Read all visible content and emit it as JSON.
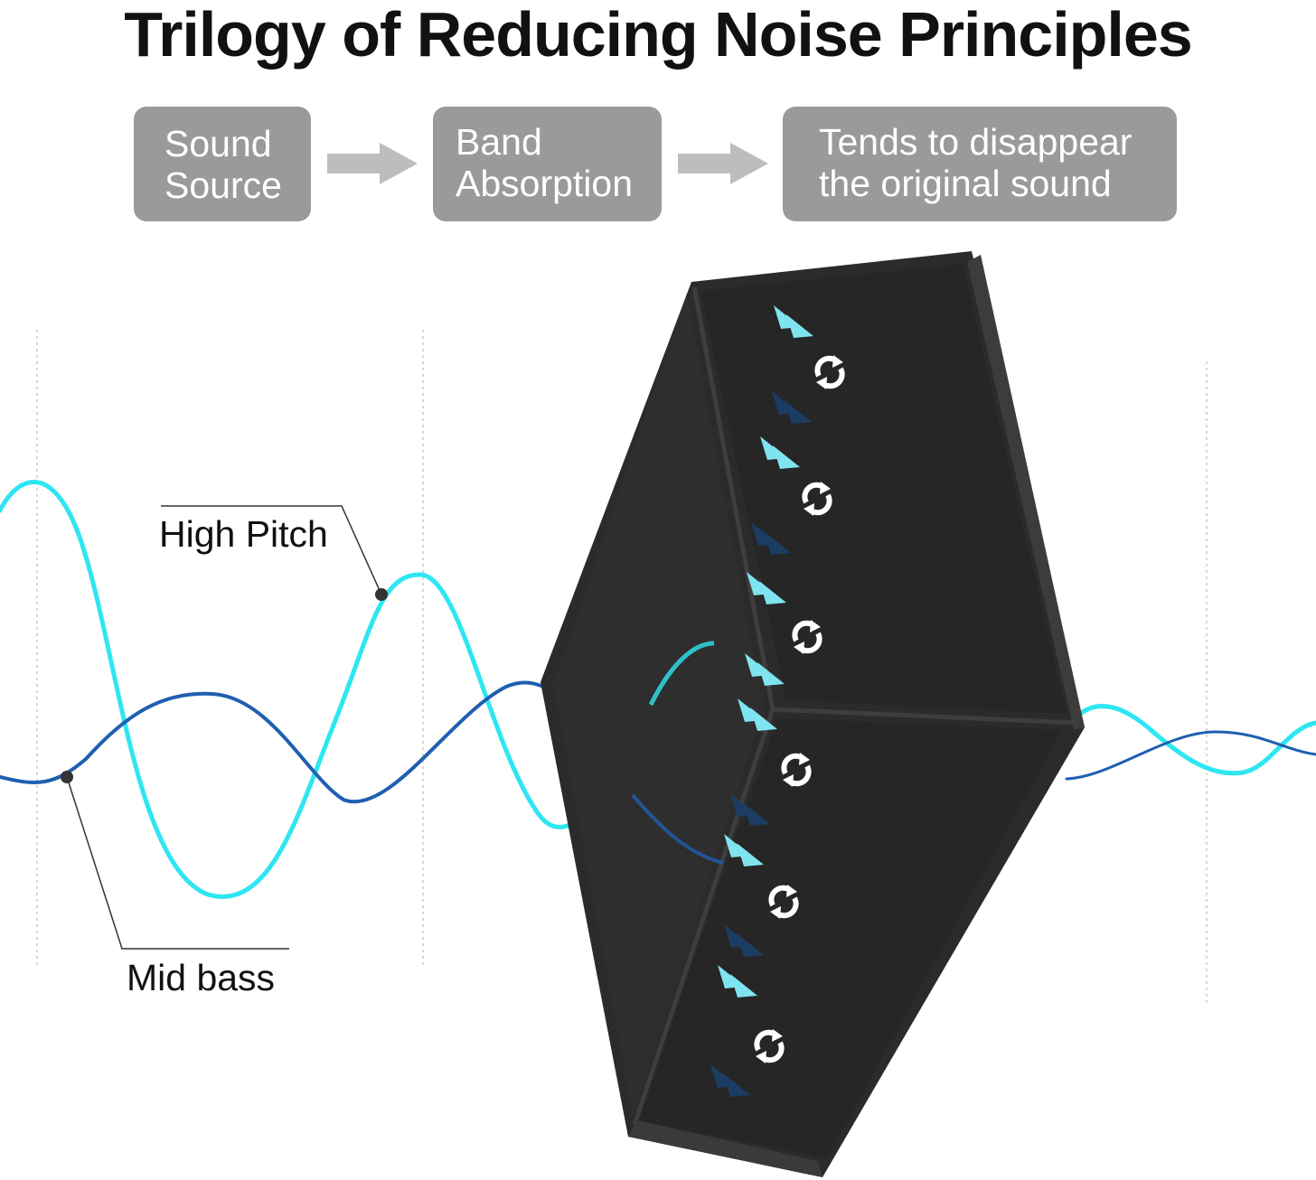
{
  "title": "Trilogy of Reducing Noise Principles",
  "steps": [
    {
      "label": "Sound\nSource"
    },
    {
      "label": "Band\nAbsorption"
    },
    {
      "label": "Tends to disappear\nthe original sound"
    }
  ],
  "waves": {
    "high_pitch": {
      "label": "High Pitch",
      "color": "#2ee6f2"
    },
    "mid_bass": {
      "label": "Mid bass",
      "color": "#1f5fb0"
    }
  },
  "colors": {
    "step_box": "#9a9a9a",
    "arrow": "#bdbdbd",
    "panel": "#2b2b2b",
    "panel_bevel": "#3c3c3c",
    "arrow_light": "#7fe4ef",
    "arrow_dark": "#1b3c63"
  },
  "icons": [
    "arrow-right-icon",
    "absorption-arrow-icon",
    "swirl-icon"
  ]
}
